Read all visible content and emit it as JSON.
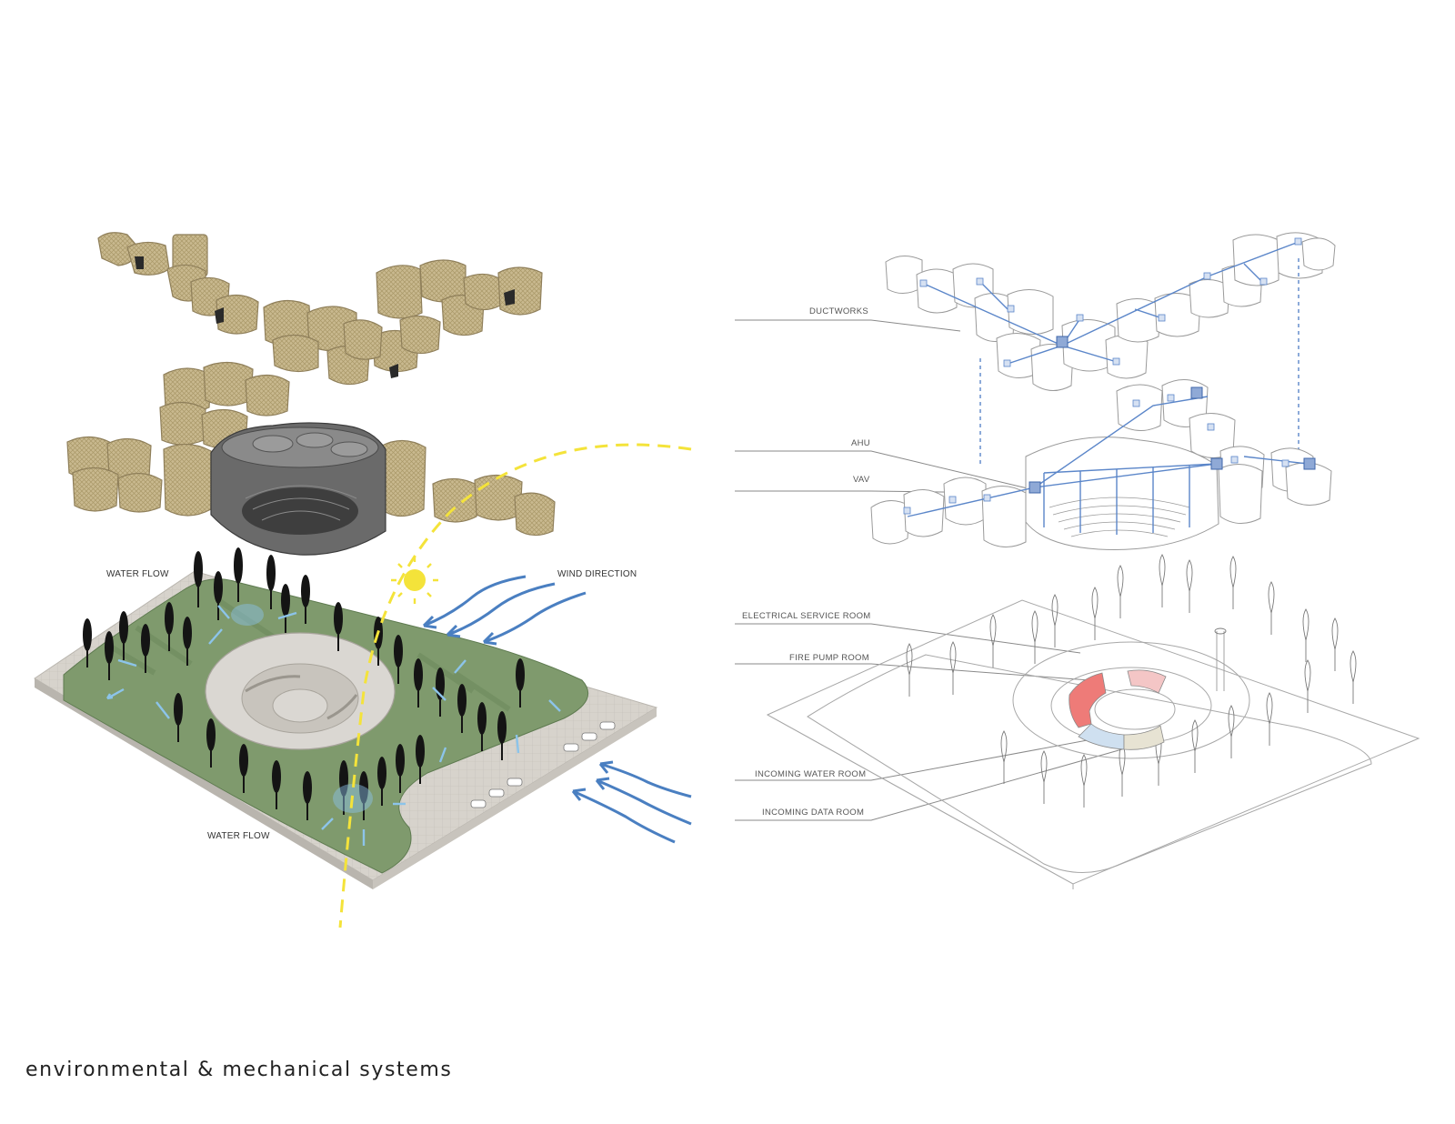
{
  "caption": "environmental & mechanical systems",
  "left_diagram": {
    "labels": {
      "water_flow_top": "WATER FLOW",
      "water_flow_bottom": "WATER FLOW",
      "wind_direction": "WIND DIRECTION"
    },
    "colors": {
      "shell": "#c8b78e",
      "shell_dark": "#8f7f5a",
      "lawn": "#7f9a6d",
      "plaza": "#d9d5cf",
      "tree": "#141414",
      "water_arrow": "#8cc4ea",
      "wind_arrow": "#4a7fc1",
      "sun_path": "#f4e33a",
      "auditorium": "#5a5a5a"
    }
  },
  "right_diagram": {
    "labels": {
      "ductworks": "DUCTWORKS",
      "ahu": "AHU",
      "vav": "VAV",
      "electrical_service_room": "ELECTRICAL SERVICE ROOM",
      "fire_pump_room": "FIRE PUMP ROOM",
      "incoming_water_room": "INCOMING WATER ROOM",
      "incoming_data_room": "INCOMING DATA ROOM"
    },
    "colors": {
      "duct": "#5b86c9",
      "outline": "#9a9a9a",
      "fire_pump": "#ee7b78",
      "electrical": "#f4c6c6",
      "water_room": "#cfe0f0",
      "data_room": "#e7e3d3"
    }
  }
}
